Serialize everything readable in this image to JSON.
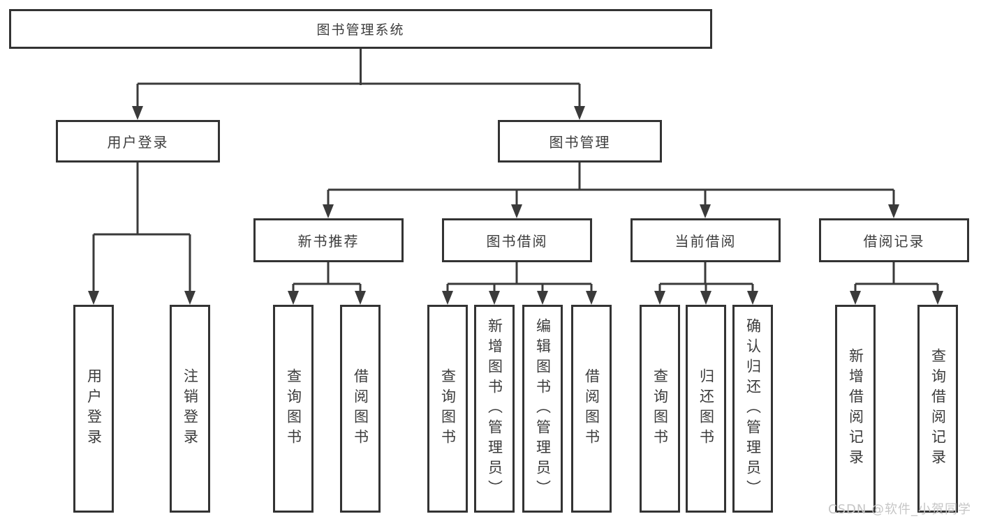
{
  "colors": {
    "line": "#3a3a3a",
    "box_border": "#333333",
    "text": "#3c3c3c",
    "box_bg": "#ffffff",
    "bg": "#ffffff",
    "watermark": "#c6c6c6"
  },
  "watermark": {
    "text": "CSDN @软件_小贺同学"
  },
  "diagram": {
    "root": "图书管理系统",
    "level2": [
      "用户登录",
      "图书管理"
    ],
    "level3": [
      "新书推荐",
      "图书借阅",
      "当前借阅",
      "借阅记录"
    ],
    "leaves": {
      "user": [
        "用户登录",
        "注销登录"
      ],
      "newbook": [
        "查询图书",
        "借阅图书"
      ],
      "borrow": [
        "查询图书",
        "新增图书（管理员）",
        "编辑图书（管理员）",
        "借阅图书"
      ],
      "current": [
        "查询图书",
        "归还图书",
        "确认归还（管理员）"
      ],
      "record": [
        "新增借阅记录",
        "查询借阅记录"
      ]
    }
  }
}
